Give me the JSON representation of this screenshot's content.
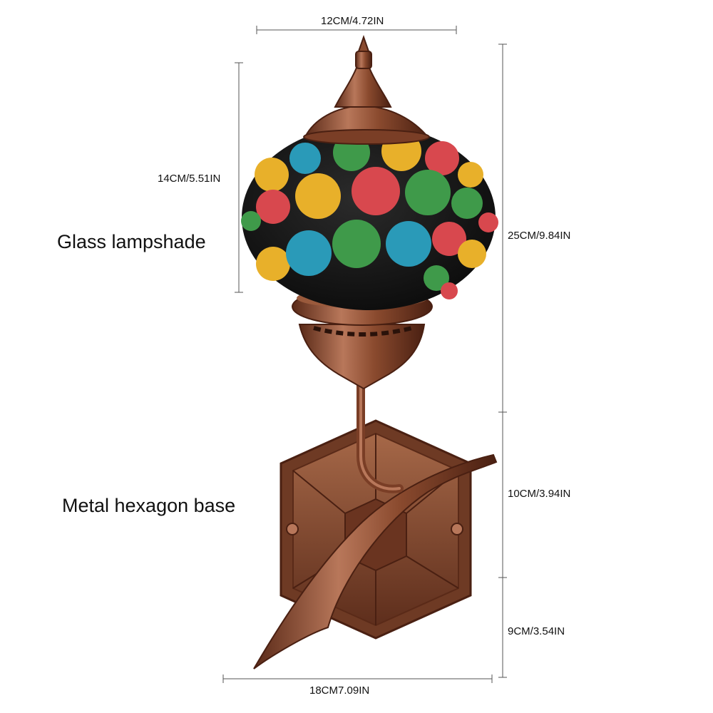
{
  "dimensions": {
    "shade_width": "12CM/4.72IN",
    "shade_height": "14CM/5.51IN",
    "total_height": "25CM/9.84IN",
    "arm_height": "10CM/3.94IN",
    "base_height": "9CM/3.54IN",
    "total_width": "18CM7.09IN"
  },
  "callouts": {
    "shade": "Glass lampshade",
    "base": "Metal hexagon base"
  },
  "colors": {
    "copper": "#8a4a2e",
    "copper_light": "#b8775a",
    "copper_dark": "#5a2a18",
    "glass_red": "#d8484e",
    "glass_yellow": "#e8b02a",
    "glass_green": "#3f9a4a",
    "glass_blue": "#2a9ab8",
    "glass_black": "#1a1a1a"
  }
}
